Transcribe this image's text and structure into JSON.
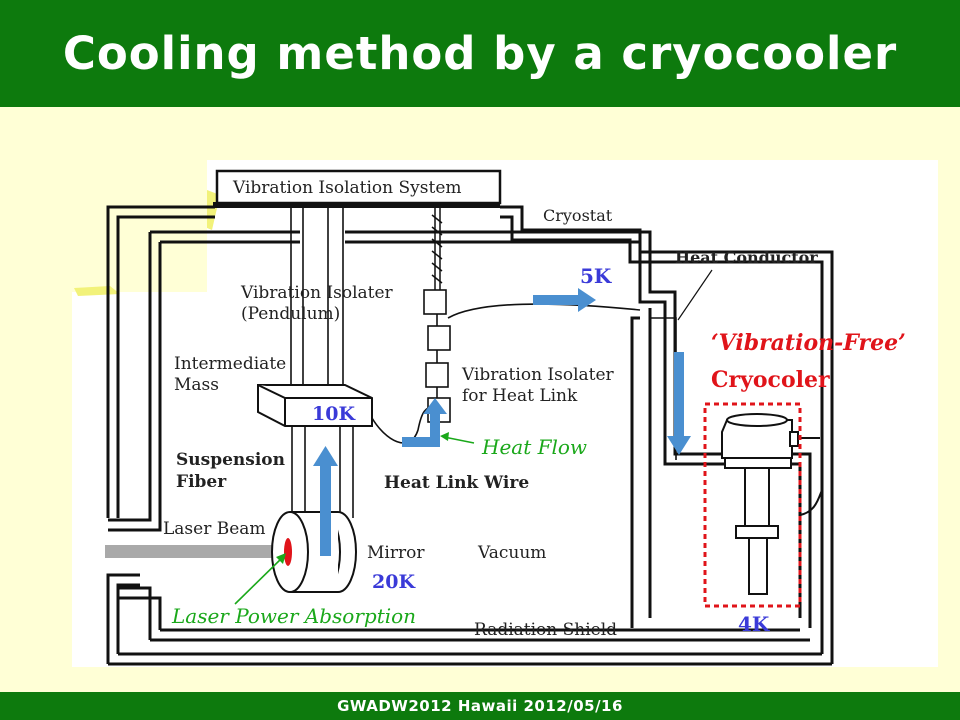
{
  "slide": {
    "title": "Cooling method by a cryocooler",
    "footer": "GWADW2012 Hawaii 2012/05/16"
  },
  "diagram": {
    "vibration_isolation_system": "Vibration Isolation System",
    "cryostat": "Cryostat",
    "heat_conductor": "Heat Conductor",
    "five_k": "5K",
    "vibration_isolater_line1": "Vibration Isolater",
    "vibration_isolater_line2": "(Pendulum)",
    "intermediate_mass_line1": "Intermediate",
    "intermediate_mass_line2": "Mass",
    "heat_link_isolater_line1": "Vibration Isolater",
    "heat_link_isolater_line2": "for Heat Link",
    "ten_k": "10K",
    "heat_flow": "Heat Flow",
    "suspension_fiber_line1": "Suspension",
    "suspension_fiber_line2": "Fiber",
    "heat_link_wire": "Heat Link Wire",
    "laser_beam": "Laser Beam",
    "mirror": "Mirror",
    "vacuum": "Vacuum",
    "twenty_k": "20K",
    "laser_power_absorption": "Laser Power Absorption",
    "radiation_shield": "Radiation Shield",
    "vibration_free": "‘Vibration-Free’",
    "cryocooler": "Cryocoler",
    "four_k": "4K"
  },
  "colors": {
    "header_green": "#0d7a0d",
    "background": "#ffffd6",
    "arrow_blue": "#4a8fd0",
    "text_blue": "#3a3ad8",
    "highlight_red": "#e0141a",
    "annotation_green": "#1aa81a"
  }
}
